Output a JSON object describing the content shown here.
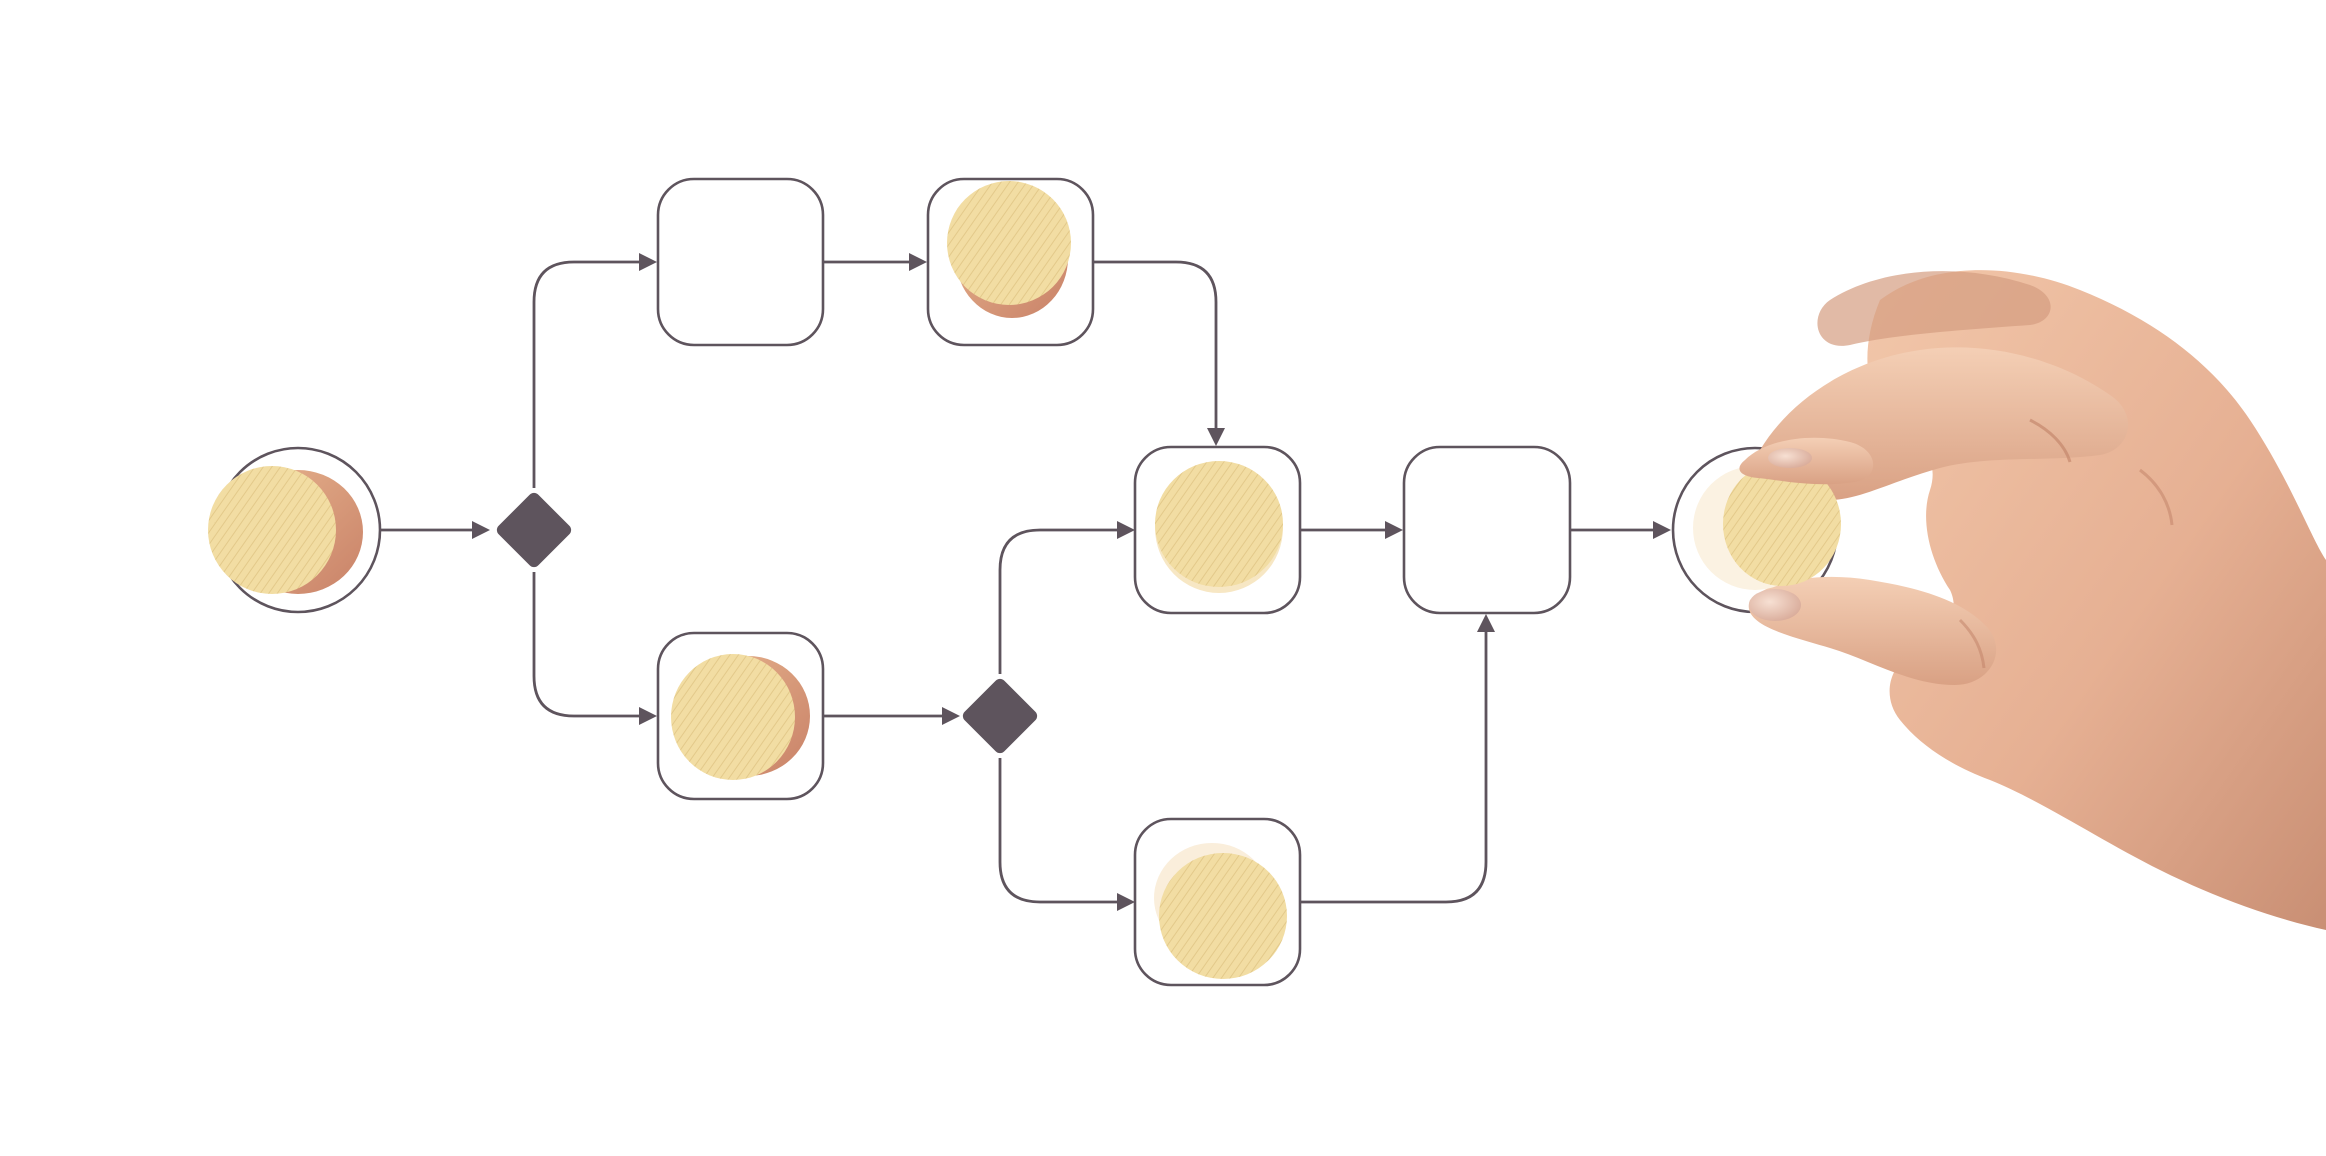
{
  "diagram": {
    "type": "process-flow",
    "colors": {
      "line": "#5e545d",
      "gateway_fill": "#5e545d",
      "token_face": "#f1dca0",
      "token_side": "#d49a78",
      "skin": "#e8b494"
    },
    "nodes": [
      {
        "id": "start",
        "kind": "start-event",
        "has_token": true
      },
      {
        "id": "split-1",
        "kind": "gateway"
      },
      {
        "id": "task-top-1",
        "kind": "task",
        "has_token": false
      },
      {
        "id": "task-top-2",
        "kind": "task",
        "has_token": true
      },
      {
        "id": "task-bottom-1",
        "kind": "task",
        "has_token": true
      },
      {
        "id": "split-2",
        "kind": "gateway"
      },
      {
        "id": "task-merge",
        "kind": "task",
        "has_token": true
      },
      {
        "id": "task-lower",
        "kind": "task",
        "has_token": true
      },
      {
        "id": "task-final",
        "kind": "task",
        "has_token": false
      },
      {
        "id": "end",
        "kind": "end-event",
        "has_token": true
      }
    ],
    "edges": [
      {
        "from": "start",
        "to": "split-1"
      },
      {
        "from": "split-1",
        "to": "task-top-1"
      },
      {
        "from": "split-1",
        "to": "task-bottom-1"
      },
      {
        "from": "task-top-1",
        "to": "task-top-2"
      },
      {
        "from": "task-top-2",
        "to": "task-merge"
      },
      {
        "from": "task-bottom-1",
        "to": "split-2"
      },
      {
        "from": "split-2",
        "to": "task-merge"
      },
      {
        "from": "split-2",
        "to": "task-lower"
      },
      {
        "from": "task-merge",
        "to": "task-final"
      },
      {
        "from": "task-lower",
        "to": "task-final"
      },
      {
        "from": "task-final",
        "to": "end"
      }
    ],
    "decorations": [
      {
        "name": "hand",
        "description_icon": "hand-icon"
      }
    ]
  }
}
